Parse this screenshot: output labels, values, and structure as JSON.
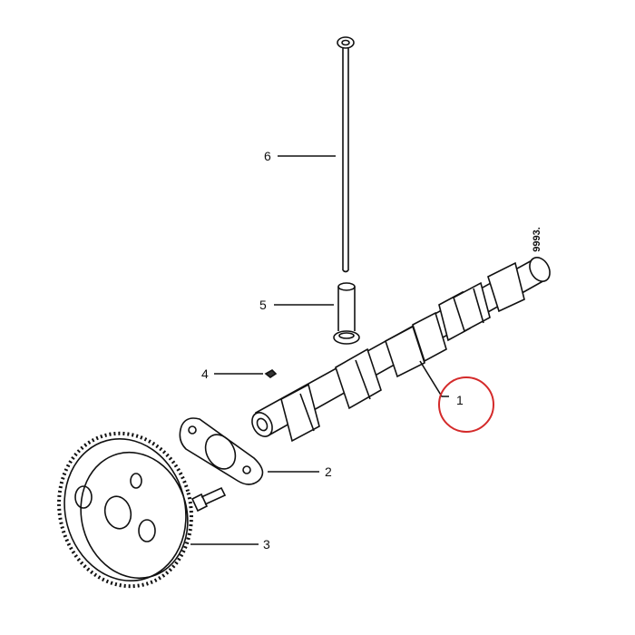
{
  "drawing_code": "9993.",
  "callouts": [
    {
      "number": "1",
      "part": "camshaft",
      "highlighted": true
    },
    {
      "number": "2",
      "part": "gasket"
    },
    {
      "number": "3",
      "part": "timing-gear"
    },
    {
      "number": "4",
      "part": "key"
    },
    {
      "number": "5",
      "part": "tappet"
    },
    {
      "number": "6",
      "part": "pushrod"
    }
  ],
  "colors": {
    "line": "#111111",
    "highlight": "#d42a2a"
  }
}
